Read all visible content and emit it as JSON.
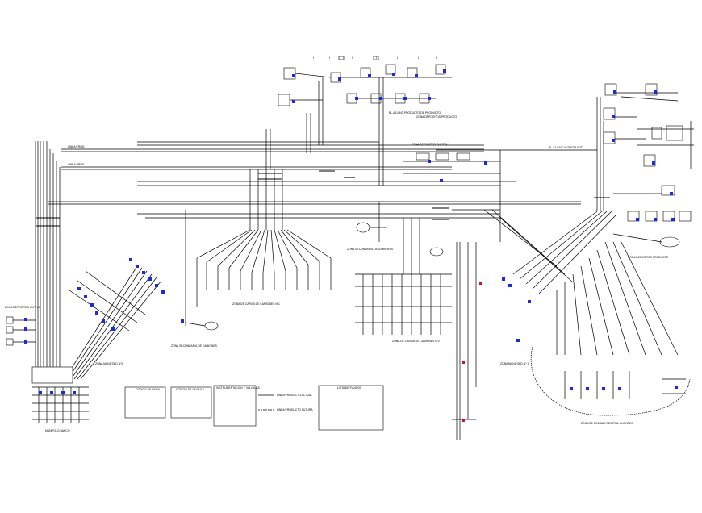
{
  "colors": {
    "line": "#000000",
    "valve_blue": "#1b2bd6",
    "valve_red": "#d0102a",
    "background": "#ffffff"
  },
  "zones": {
    "zona_tanques_producto": "ZONA DEPOSITOS PRODUCTO",
    "zona_depositos_gasp": "ZONA DEPOSITOS GLICP N 1",
    "zona_secundaria_garrafas": "ZONA SECUNDARIA DE GARRAFAS",
    "zona_carga_cisternas_1": "ZONA DE CARGA DE CAMIONES Nº1",
    "zona_carga_cisternas_2": "ZONA DE CARGA DE CAMIONES Nº2",
    "zona_manifold_2": "ZONA MANIFOLD Nº2",
    "zona_secundaria_camiones": "ZONA SECUNDARIA DE CAMIONES",
    "zona_manifold_1": "ZONA MANIFOLD Nº 1",
    "zona_secundaria_central": "ZONA DE BOMBAS CENTRAL CLIENTES",
    "zona_depositos_producto_right": "ZONA DEPOSITOS PRODUCTO",
    "manifold_barco": "MANIFOLD BARCO",
    "zona_depositos_left": "ZONA DEPOSITOS GLP N 2",
    "bombas_producto": "BL-43-034T-04 PRODUCTO"
  },
  "legend": {
    "box1_title": "CODIGO DE LINEA",
    "box2_title": "CODIGO DE VALVULA",
    "box3_title": "INSTRUMENTACION Y VALVULAS",
    "line_legend_1": "LINEA PRODUCTO ACTUAL",
    "line_legend_2": "LINEA PRODUCTO FUTURA",
    "box5_title": "LISTA DE FLUIDOS"
  },
  "top_letters": [
    "I",
    "I",
    "I",
    "I",
    "I",
    "I",
    "I"
  ],
  "misc": {
    "header_line": "BL-43-034T-PRODUCTO DE PRODUCTO",
    "tag_a": "LINEA PROD.",
    "tag_b": "LINEA PROD."
  }
}
